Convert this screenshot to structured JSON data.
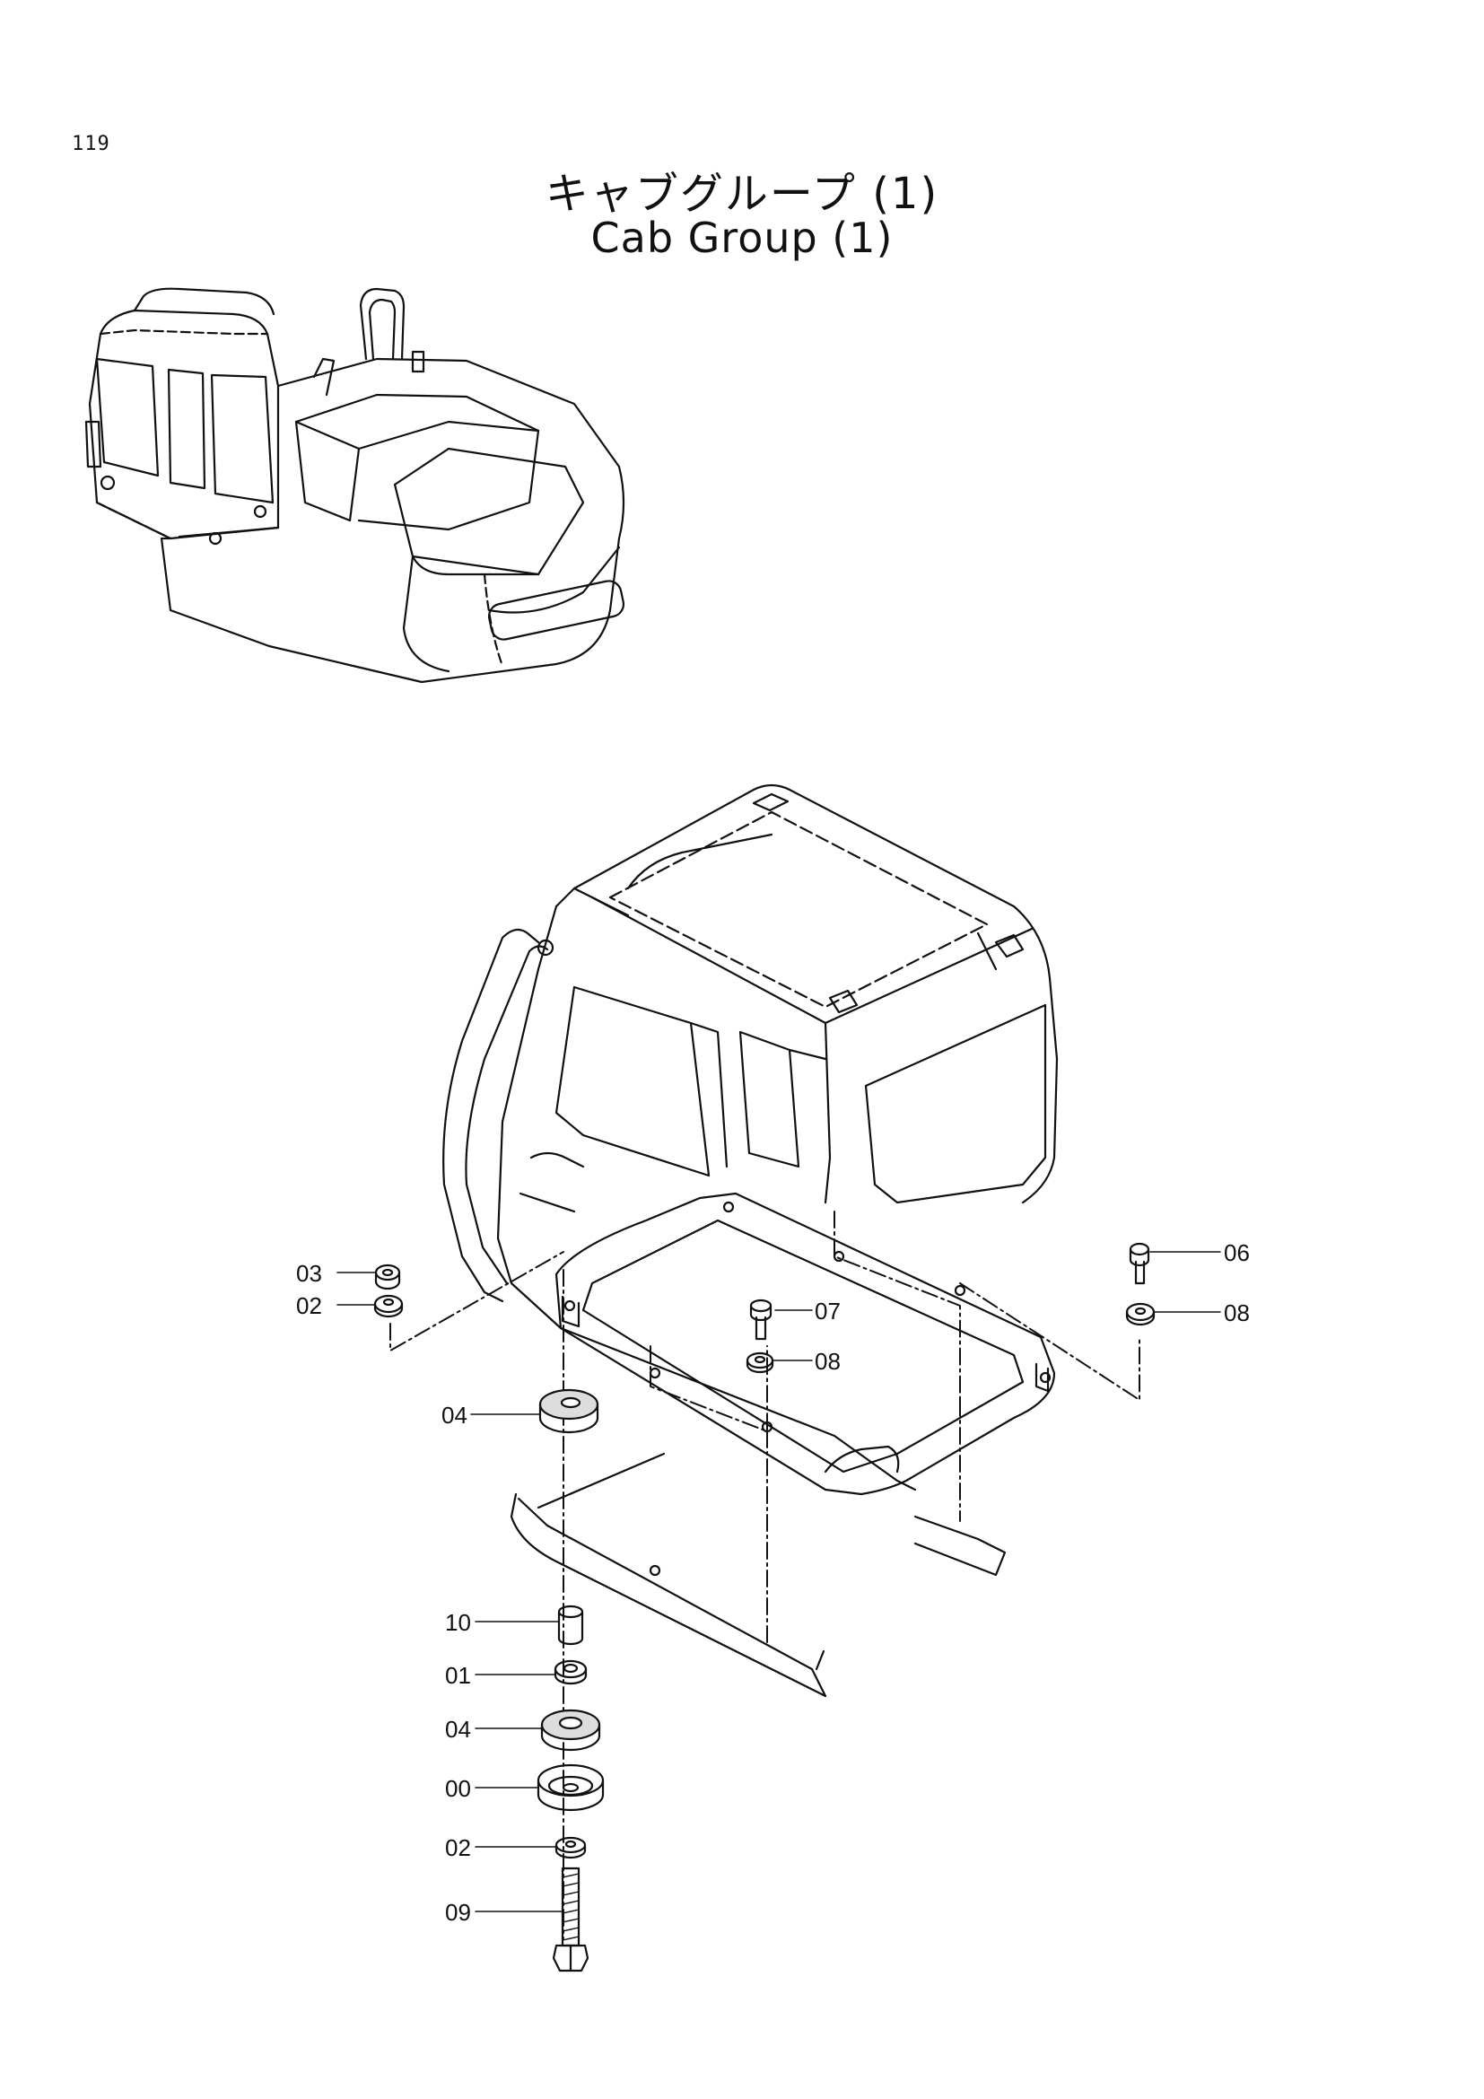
{
  "page": {
    "number": "119",
    "title_ja": "キャブグループ (1)",
    "title_en": "Cab Group (1)"
  },
  "callouts": [
    {
      "id": "c03",
      "label": "03"
    },
    {
      "id": "c02a",
      "label": "02"
    },
    {
      "id": "c04a",
      "label": "04"
    },
    {
      "id": "c07",
      "label": "07"
    },
    {
      "id": "c08a",
      "label": "08"
    },
    {
      "id": "c06",
      "label": "06"
    },
    {
      "id": "c08b",
      "label": "08"
    },
    {
      "id": "c10",
      "label": "10"
    },
    {
      "id": "c01",
      "label": "01"
    },
    {
      "id": "c04b",
      "label": "04"
    },
    {
      "id": "c00",
      "label": "00"
    },
    {
      "id": "c02b",
      "label": "02"
    },
    {
      "id": "c09",
      "label": "09"
    }
  ]
}
